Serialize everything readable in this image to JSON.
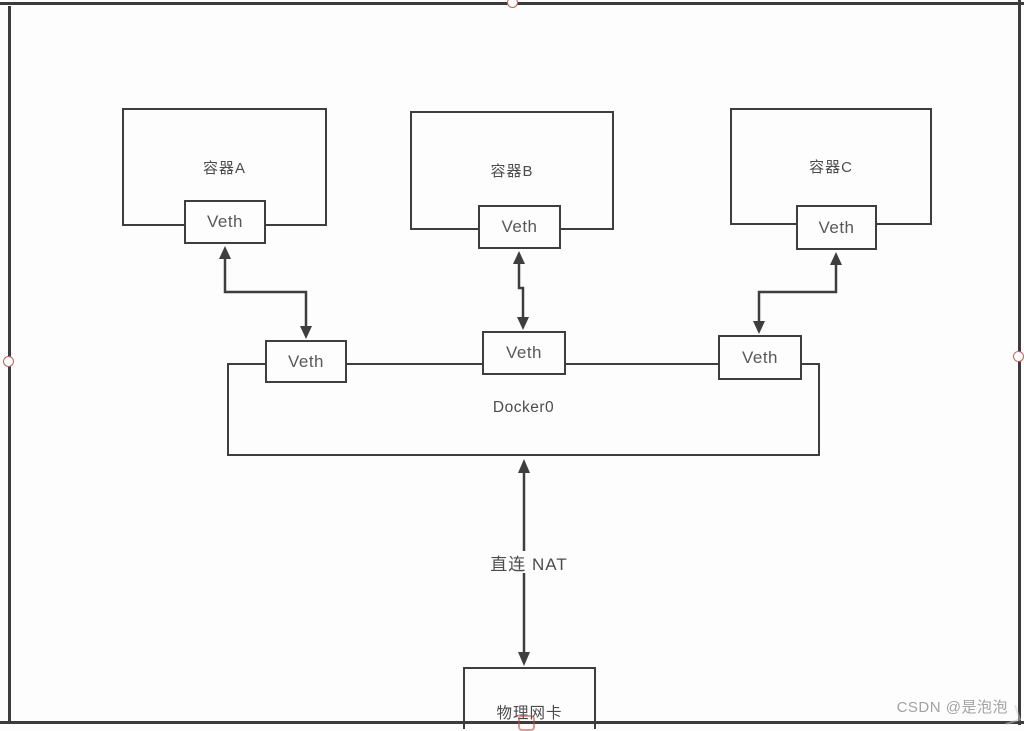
{
  "canvas": {
    "background": "#fdfdfd",
    "selection_frame_color": "#3c3c3c",
    "selection_handle_color": "#c2625d"
  },
  "diagram": {
    "stroke_color": "#3e3e3e",
    "text_color": "#4c4c4c",
    "containers": [
      {
        "label": "容器A",
        "veth_label": "Veth"
      },
      {
        "label": "容器B",
        "veth_label": "Veth"
      },
      {
        "label": "容器C",
        "veth_label": "Veth"
      }
    ],
    "bridge": {
      "label": "Docker0",
      "veth_labels": [
        "Veth",
        "Veth",
        "Veth"
      ]
    },
    "nat_arrow_label": "直连 NAT",
    "physical_nic_label": "物理网卡"
  },
  "watermark": {
    "text": "CSDN @是泡泡",
    "color": "#a2a2a2"
  }
}
